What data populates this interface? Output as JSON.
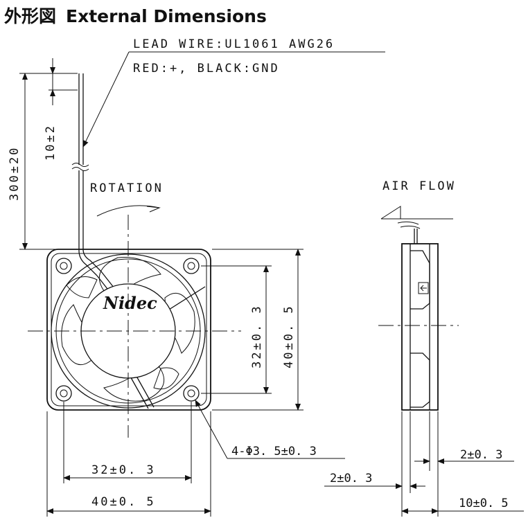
{
  "title": {
    "jp": "外形図",
    "en": "External Dimensions"
  },
  "notes": {
    "lead_wire": "LEAD WIRE:UL1061  AWG26",
    "colors": "RED:+, BLACK:GND",
    "rotation": "ROTATION",
    "air_flow": "AIR FLOW"
  },
  "brand": "Nidec",
  "dimensions": {
    "lead_length": "300±20",
    "lead_strip": "10±2",
    "hole_pitch_v": "32±0. 3",
    "size_v": "40±0. 5",
    "holes": "4-Φ3. 5±0. 3",
    "hole_pitch_h": "32±0. 3",
    "size_h": "40±0. 5",
    "flange_right": "2±0. 3",
    "flange_left": "2±0. 3",
    "thickness": "10±0. 5"
  }
}
